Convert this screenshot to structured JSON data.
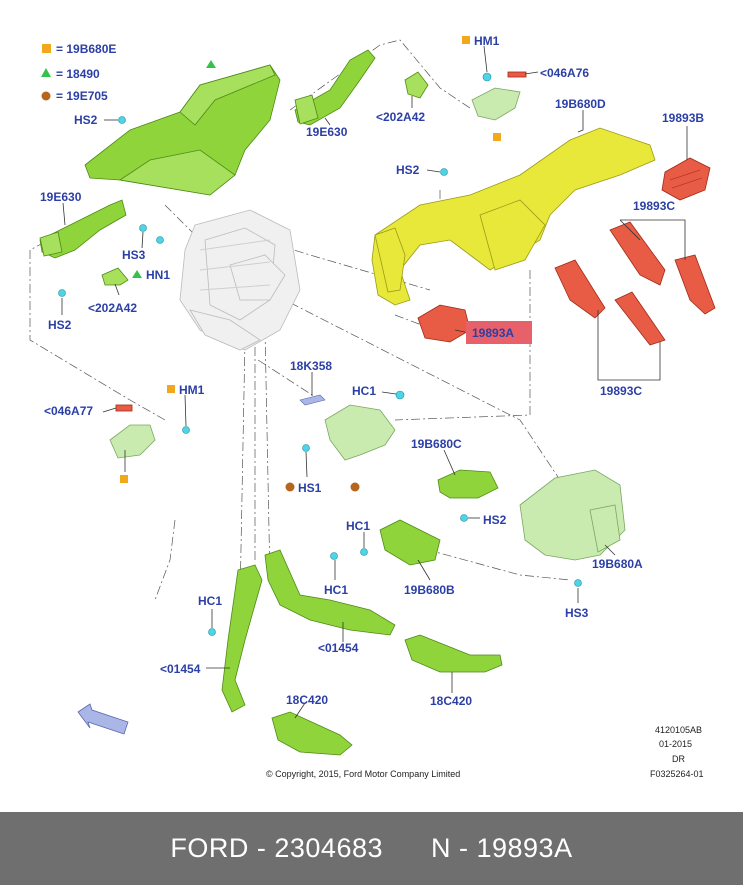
{
  "legend": [
    {
      "symbol": "square",
      "color": "#f2a81d",
      "label": "= 19B680E"
    },
    {
      "symbol": "triangle",
      "color": "#36c24a",
      "label": "= 18490"
    },
    {
      "symbol": "circle",
      "color": "#b5651d",
      "label": "= 19E705"
    }
  ],
  "labels": {
    "hm1_top": "HM1",
    "c046a76": "<046A76",
    "c202a42_top": "<202A42",
    "hs2_top": "HS2",
    "e630_top": "19E630",
    "b680d": "19B680D",
    "b19893b": "19893B",
    "hs2_mid": "HS2",
    "c19893c_top": "19893C",
    "e630_left": "19E630",
    "hs3_left": "HS3",
    "hn1": "HN1",
    "c202a42_left": "<202A42",
    "hs2_left": "HS2",
    "c19893a": "19893A",
    "c19893c_bottom": "19893C",
    "k358": "18K358",
    "hc1_top": "HC1",
    "c046a77": "<046A77",
    "hm1_left": "HM1",
    "hs1": "HS1",
    "b680c": "19B680C",
    "hc1_mid": "HC1",
    "hs2_right": "HS2",
    "b680b": "19B680B",
    "b680a": "19B680A",
    "hc1_low": "HC1",
    "hs3_right": "HS3",
    "hc1_left": "HC1",
    "c01454_left": "<01454",
    "c01454_mid": "<01454",
    "c420_left": "18C420",
    "c420_right": "18C420"
  },
  "meta": {
    "line1": "4120105AB",
    "line2": "01-2015",
    "line3": "DR",
    "line4": "F0325264-01",
    "copyright": "© Copyright, 2015, Ford Motor Company Limited"
  },
  "highlight": {
    "part": "19893A",
    "color": "#e8606a"
  },
  "footer": {
    "brand": "FORD",
    "part_number": "2304683",
    "ref": "N",
    "ref_value": "19893A",
    "text": "FORD - 2304683      N - 19893A"
  }
}
